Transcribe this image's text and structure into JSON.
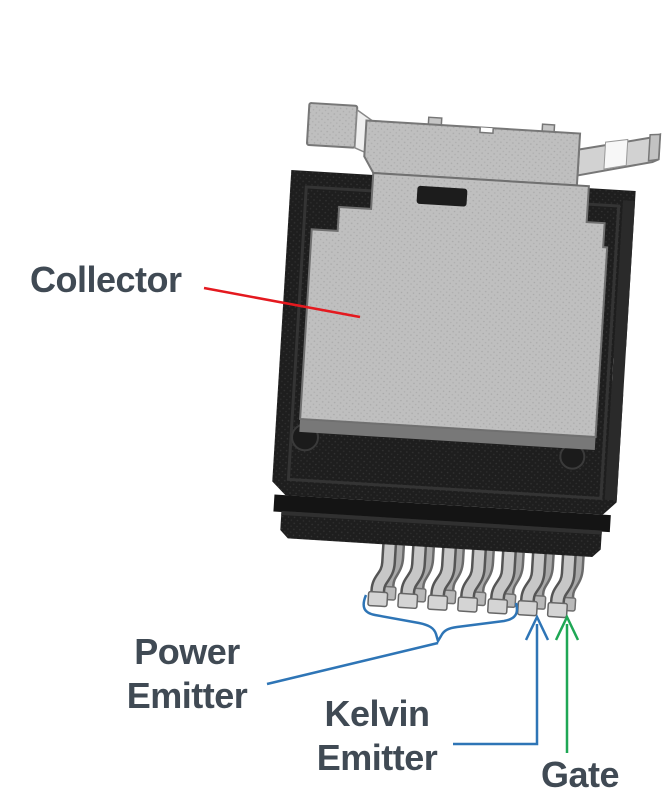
{
  "diagram": {
    "labels": {
      "collector": "Collector",
      "power_emitter_line1": "Power",
      "power_emitter_line2": "Emitter",
      "kelvin_emitter_line1": "Kelvin",
      "kelvin_emitter_line2": "Emitter",
      "gate": "Gate"
    },
    "colors": {
      "label_text": "#404A54",
      "collector_leader": "#E4191F",
      "emitter_leader": "#2E75B6",
      "gate_leader": "#1FA755",
      "package_body": "#1E1E1E",
      "collector_pad": "#BFBFBF",
      "leads": "#C7C7C7",
      "background": "#FFFFFF"
    },
    "package": {
      "lead_count": 7,
      "power_emitter_leads": "1-5",
      "kelvin_emitter_lead": 6,
      "gate_lead": 7
    }
  }
}
